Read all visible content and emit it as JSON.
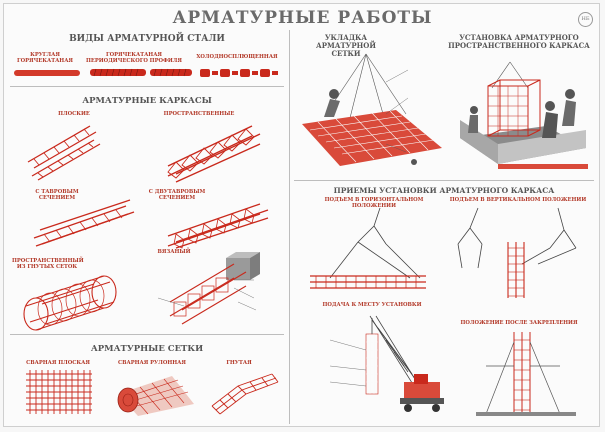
{
  "poster": {
    "title": "АРМАТУРНЫЕ РАБОТЫ",
    "code": "НБ"
  },
  "steel": {
    "heading": "ВИДЫ АРМАТУРНОЙ СТАЛИ",
    "items": [
      "КРУГЛАЯ ГОРЯЧЕКАТАНАЯ",
      "ГОРЯЧЕКАТАНАЯ ПЕРИОДИЧЕСКОГО ПРОФИЛЯ",
      "ХОЛОДНОСПЛЮЩЕННАЯ"
    ]
  },
  "frames": {
    "heading": "АРМАТУРНЫЕ КАРКАСЫ",
    "flat": "ПЛОСКИЕ",
    "spatial": "ПРОСТРАНСТВЕННЫЕ",
    "t_section": "С ТАВРОВЫМ СЕЧЕНИЕМ",
    "double_t": "С ДВУТАВРОВЫМ СЕЧЕНИЕМ",
    "bent_mesh": "ПРОСТРАНСТВЕННЫЙ ИЗ ГНУТЫХ СЕТОК",
    "tied": "ВЯЗАНЫЙ"
  },
  "meshes": {
    "heading": "АРМАТУРНЫЕ СЕТКИ",
    "welded_flat": "СВАРНАЯ ПЛОСКАЯ",
    "welded_roll": "СВАРНАЯ РУЛОННАЯ",
    "bent": "ГНУТАЯ"
  },
  "laying": {
    "heading": "УКЛАДКА АРМАТУРНОЙ СЕТКИ"
  },
  "install_frame": {
    "heading": "УСТАНОВКА АРМАТУРНОГО ПРОСТРАНСТВЕННОГО КАРКАСА"
  },
  "methods": {
    "heading": "ПРИЕМЫ УСТАНОВКИ АРМАТУРНОГО КАРКАСА",
    "horizontal": "ПОДЪЕМ В ГОРИЗОНТАЛЬНОМ ПОЛОЖЕНИИ",
    "vertical": "ПОДЪЕМ В ВЕРТИКАЛЬНОМ ПОЛОЖЕНИИ",
    "feed": "ПОДАЧА К МЕСТУ УСТАНОВКИ",
    "after_fix": "ПОЛОЖЕНИЕ ПОСЛЕ ЗАКРЕПЛЕНИЯ"
  }
}
